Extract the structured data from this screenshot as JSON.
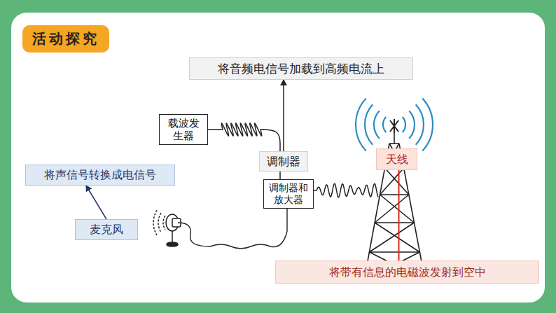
{
  "diagram": {
    "title": "活动探究",
    "nodes": [
      {
        "text": [
          "将音频电信号加载到高频电流上"
        ]
      },
      {
        "text": [
          "载波发生器"
        ]
      },
      {
        "text": [
          "调制器"
        ]
      },
      {
        "text": [
          "将声信号转换成电信号"
        ]
      },
      {
        "text": [
          "调制器和放大器"
        ]
      },
      {
        "text": [
          "天线"
        ]
      },
      {
        "text": [
          "麦克风"
        ]
      },
      {
        "text": [
          "将带有信息的电磁波发射到空中"
        ]
      }
    ],
    "edges": [
      {
        "from": 6,
        "to": 3,
        "arrow": "to"
      },
      {
        "from": 2,
        "to": 0,
        "arrow": "to"
      },
      {
        "from": 1,
        "to": 4,
        "arrow": "none"
      },
      {
        "from": 5,
        "to": 7,
        "arrow": "none"
      }
    ]
  }
}
